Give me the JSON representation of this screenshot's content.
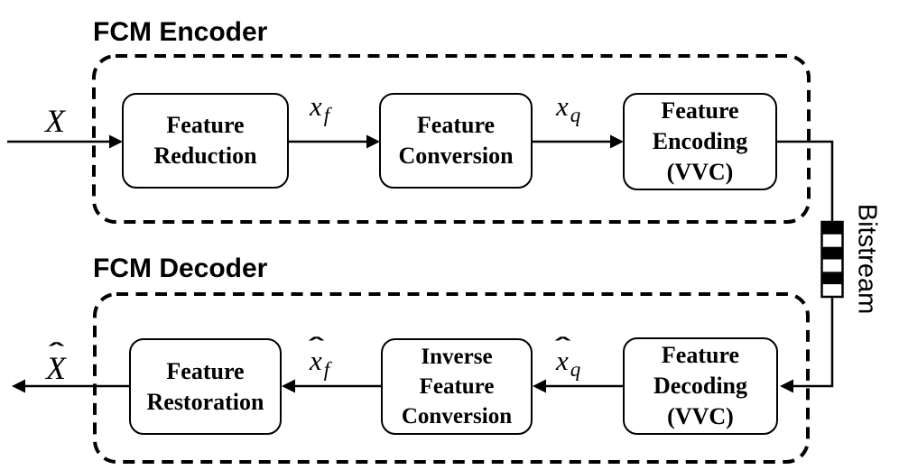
{
  "figure": {
    "type": "block-diagram",
    "description_visible_text_only": true
  },
  "colors": {
    "ink": "#000000",
    "background": "#ffffff"
  },
  "encoder": {
    "title": "FCM Encoder",
    "boxes": [
      {
        "id": "feature-reduction",
        "lines": [
          "Feature",
          "Reduction"
        ]
      },
      {
        "id": "feature-conversion",
        "lines": [
          "Feature",
          "Conversion"
        ]
      },
      {
        "id": "feature-encoding",
        "lines": [
          "Feature",
          "Encoding",
          "(VVC)"
        ]
      }
    ]
  },
  "decoder": {
    "title": "FCM Decoder",
    "boxes": [
      {
        "id": "feature-restoration",
        "lines": [
          "Feature",
          "Restoration"
        ]
      },
      {
        "id": "inverse-feature-conversion",
        "lines": [
          "Inverse",
          "Feature",
          "Conversion"
        ]
      },
      {
        "id": "feature-decoding",
        "lines": [
          "Feature",
          "Decoding",
          "(VVC)"
        ]
      }
    ]
  },
  "signals": {
    "input": {
      "hat": "",
      "base": "X",
      "sub": ""
    },
    "xf": {
      "hat": "",
      "base": "x",
      "sub": "f"
    },
    "xq": {
      "hat": "",
      "base": "x",
      "sub": "q"
    },
    "output": {
      "hat": "ˆ",
      "base": "X",
      "sub": ""
    },
    "xf_hat": {
      "hat": "ˆ",
      "base": "x",
      "sub": "f"
    },
    "xq_hat": {
      "hat": "ˆ",
      "base": "x",
      "sub": "q"
    }
  },
  "bitstream": {
    "label": "Bitstream",
    "segments": [
      "#000000",
      "#ffffff",
      "#000000",
      "#ffffff",
      "#000000",
      "#ffffff"
    ]
  }
}
